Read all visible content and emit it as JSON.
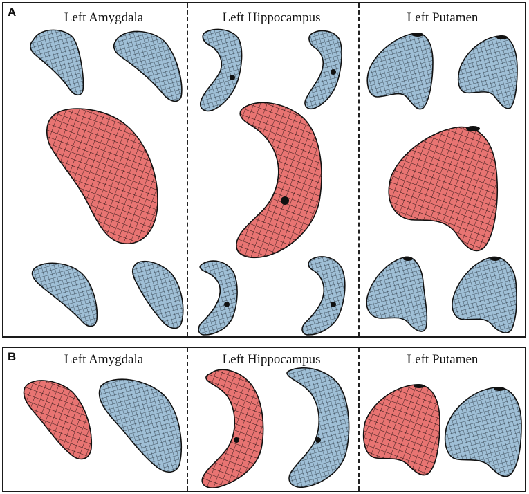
{
  "panels": [
    {
      "letter": "A",
      "columns": [
        {
          "title": "Left Amygdala"
        },
        {
          "title": "Left Hippocampus"
        },
        {
          "title": "Left Putamen"
        }
      ]
    },
    {
      "letter": "B",
      "columns": [
        {
          "title": "Left Amygdala"
        },
        {
          "title": "Left Hippocampus"
        },
        {
          "title": "Left Putamen"
        }
      ]
    }
  ],
  "colors": {
    "template_mesh": "#e87472",
    "subject_mesh": "#9fbfd6",
    "mesh_line": "#1c1c1c",
    "frame": "#1a1a1a"
  }
}
